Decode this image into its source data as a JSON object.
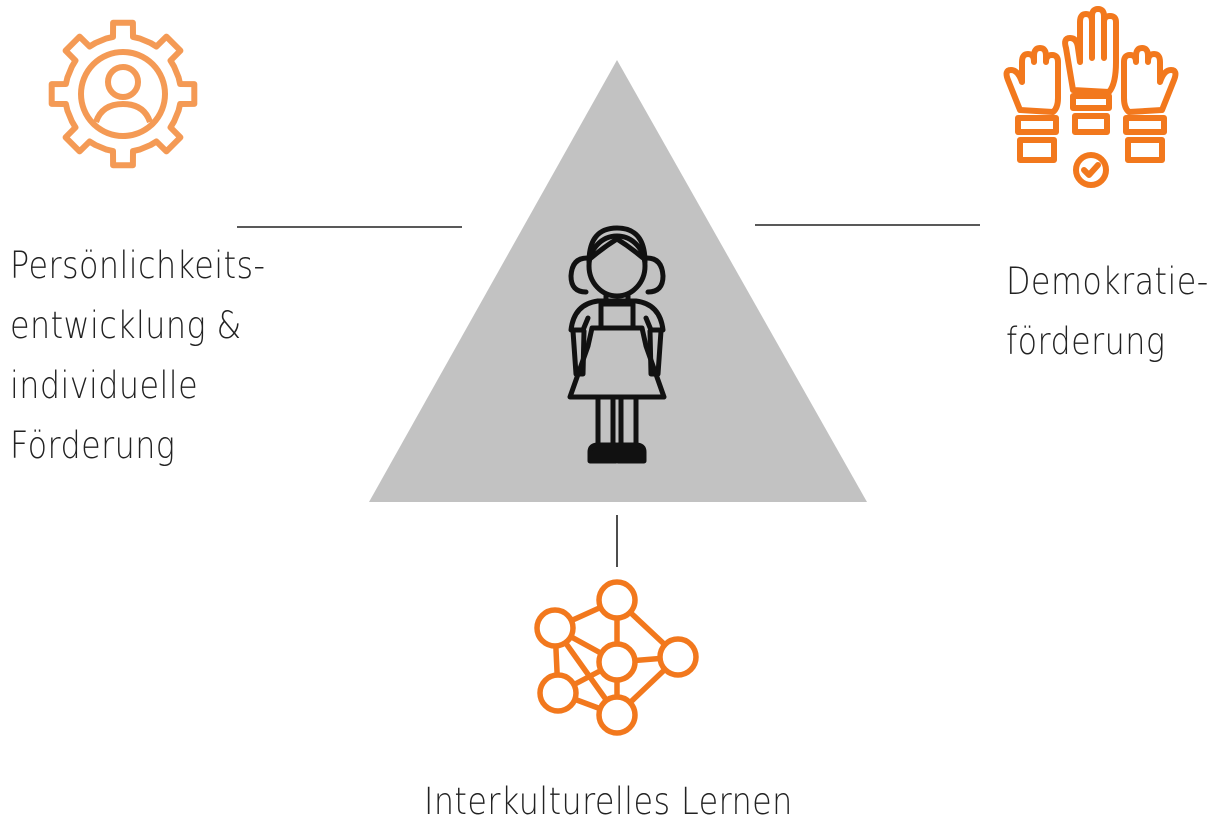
{
  "colors": {
    "accent_orange": "#f2781d",
    "accent_orange_light": "#f49a55",
    "triangle_fill": "#c2c2c2",
    "line": "#222222",
    "text": "#222222"
  },
  "labels": {
    "left": [
      "Persönlichkeits-",
      "entwicklung &",
      "individuelle",
      "Förderung"
    ],
    "right": [
      "Demokratie-",
      "förderung"
    ],
    "bottom": [
      "Interkulturelles Lernen"
    ]
  },
  "icons": {
    "center": "girl-child-icon",
    "top_left": "gear-person-icon",
    "top_right": "raised-hands-vote-icon",
    "bottom": "network-nodes-icon"
  }
}
